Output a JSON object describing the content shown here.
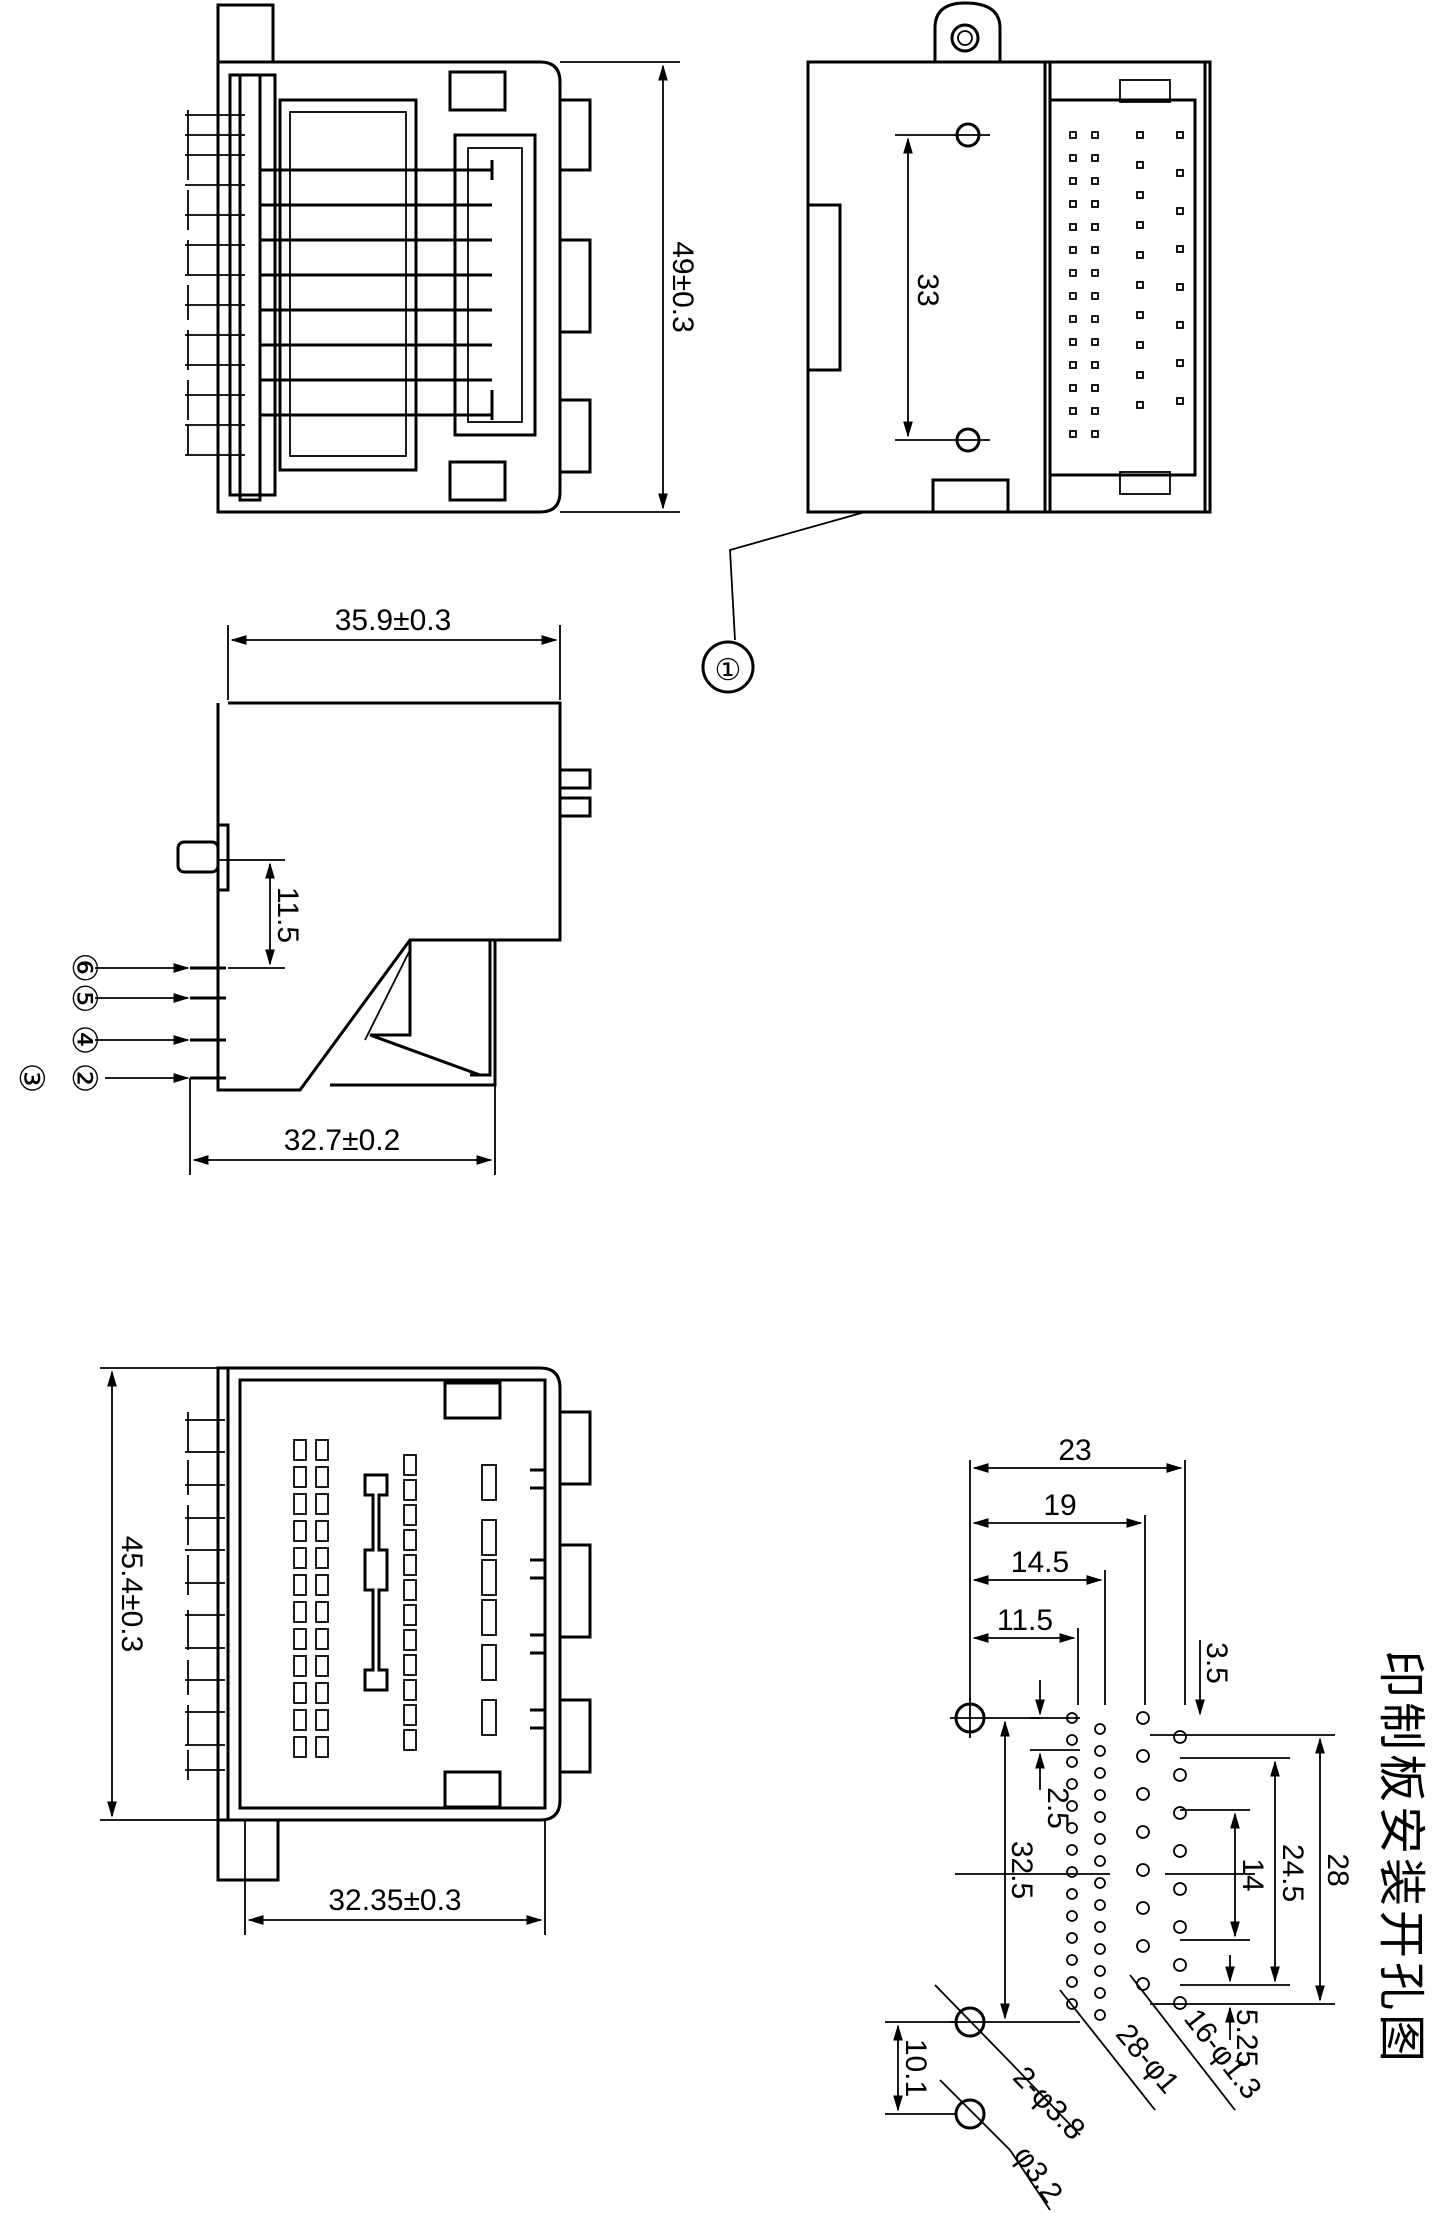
{
  "top_view": {
    "height_label": "49±0.3",
    "pitch_label": "33",
    "callout": "①"
  },
  "side_view": {
    "width_label": "35.9±0.3",
    "offset_label": "11.5",
    "depth_label": "32.7±0.2",
    "pin_labels": [
      "⑥⑤",
      "④",
      "②",
      "③"
    ]
  },
  "front_view": {
    "height_label": "45.4±0.3",
    "width_label": "32.35±0.3"
  },
  "pcb_layout": {
    "title": "印制板安装开孔图",
    "dims": {
      "d23": "23",
      "d19": "19",
      "d14_5": "14.5",
      "d11_5": "11.5",
      "d3_5": "3.5",
      "d2_5": "2.5",
      "d32_5": "32.5",
      "d14": "14",
      "d24_5": "24.5",
      "d28": "28",
      "d5_25": "5.25",
      "d10_1": "10.1"
    },
    "hole_labels": {
      "h1": "2-φ3.8",
      "h2": "28-φ1",
      "h3": "16-φ1.3",
      "h4": "φ3.2"
    }
  }
}
